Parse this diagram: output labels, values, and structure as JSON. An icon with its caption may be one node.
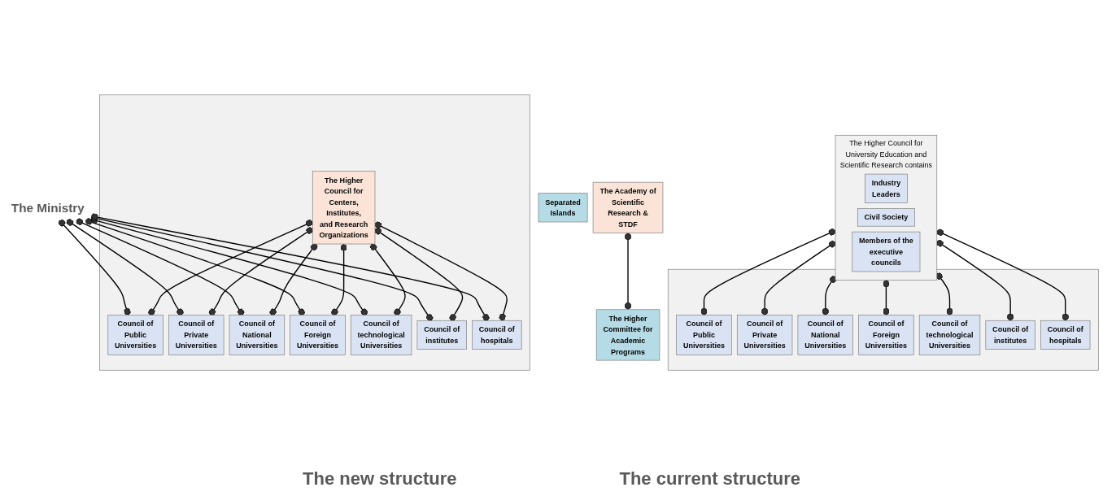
{
  "diagram": {
    "nodes": [
      {
        "text": [
          "The Academy of Scientific Research & STDF"
        ]
      },
      {
        "text": [
          "The Higher Council for University Education and Scientific Research contains"
        ]
      },
      {
        "text": [
          "Industry Leaders"
        ],
        "in": 1
      },
      {
        "text": [
          "Civil Society"
        ],
        "in": 1
      },
      {
        "text": [
          "Members of the executive councils"
        ],
        "in": 1
      },
      {
        "text": [
          "The Higher Committee for Academic Programs"
        ]
      },
      {
        "text": [],
        "shape": "box"
      },
      {
        "text": [
          "Council of Public Universities"
        ],
        "in": 6
      },
      {
        "text": [
          "Council of Private Universities"
        ],
        "in": 6
      },
      {
        "text": [
          "Council of National Universities"
        ],
        "in": 6
      },
      {
        "text": [
          "Council of Foreign Universities"
        ],
        "in": 6
      },
      {
        "text": [
          "Council of technological Universities"
        ],
        "in": 6
      },
      {
        "text": [
          "Council of institutes"
        ],
        "in": 6
      },
      {
        "text": [
          "Council of hospitals"
        ],
        "in": 6
      },
      {
        "text": [
          "The Ministry"
        ]
      },
      {
        "text": [
          "Separated Islands"
        ]
      },
      {
        "text": [],
        "shape": "box"
      },
      {
        "text": [
          "The Higher Council for Centers, Institutes, and Research Organizations"
        ],
        "in": 16
      },
      {
        "text": [
          "Council of Public Universities"
        ],
        "in": 16
      },
      {
        "text": [
          "Council of Private Universities"
        ],
        "in": 16
      },
      {
        "text": [
          "Council of National Universities"
        ],
        "in": 16
      },
      {
        "text": [
          "Council of Foreign Universities"
        ],
        "in": 16
      },
      {
        "text": [
          "Council of technological Universities"
        ],
        "in": 16
      },
      {
        "text": [
          "Council of institutes"
        ],
        "in": 16
      },
      {
        "text": [
          "Council of hospitals"
        ],
        "in": 16
      }
    ],
    "edges": [
      {
        "from": 0,
        "to": 5,
        "arrow": "other"
      },
      {
        "from": 1,
        "to": 7,
        "arrow": "other"
      },
      {
        "from": 1,
        "to": 8,
        "arrow": "other"
      },
      {
        "from": 1,
        "to": 9,
        "arrow": "other"
      },
      {
        "from": 1,
        "to": 10,
        "arrow": "other"
      },
      {
        "from": 1,
        "to": 11,
        "arrow": "other"
      },
      {
        "from": 1,
        "to": 12,
        "arrow": "other"
      },
      {
        "from": 1,
        "to": 13,
        "arrow": "other"
      },
      {
        "from": 14,
        "to": 18,
        "arrow": "other"
      },
      {
        "from": 14,
        "to": 19,
        "arrow": "other"
      },
      {
        "from": 14,
        "to": 20,
        "arrow": "other"
      },
      {
        "from": 14,
        "to": 21,
        "arrow": "other"
      },
      {
        "from": 14,
        "to": 22,
        "arrow": "other"
      },
      {
        "from": 14,
        "to": 23,
        "arrow": "other"
      },
      {
        "from": 14,
        "to": 24,
        "arrow": "other"
      },
      {
        "from": 17,
        "to": 18,
        "arrow": "other"
      },
      {
        "from": 17,
        "to": 19,
        "arrow": "other"
      },
      {
        "from": 17,
        "to": 20,
        "arrow": "other"
      },
      {
        "from": 17,
        "to": 21,
        "arrow": "other"
      },
      {
        "from": 17,
        "to": 22,
        "arrow": "other"
      },
      {
        "from": 17,
        "to": 23,
        "arrow": "other"
      },
      {
        "from": 17,
        "to": 24,
        "arrow": "other"
      }
    ],
    "labels": [
      "The new structure",
      "The current structure"
    ]
  }
}
